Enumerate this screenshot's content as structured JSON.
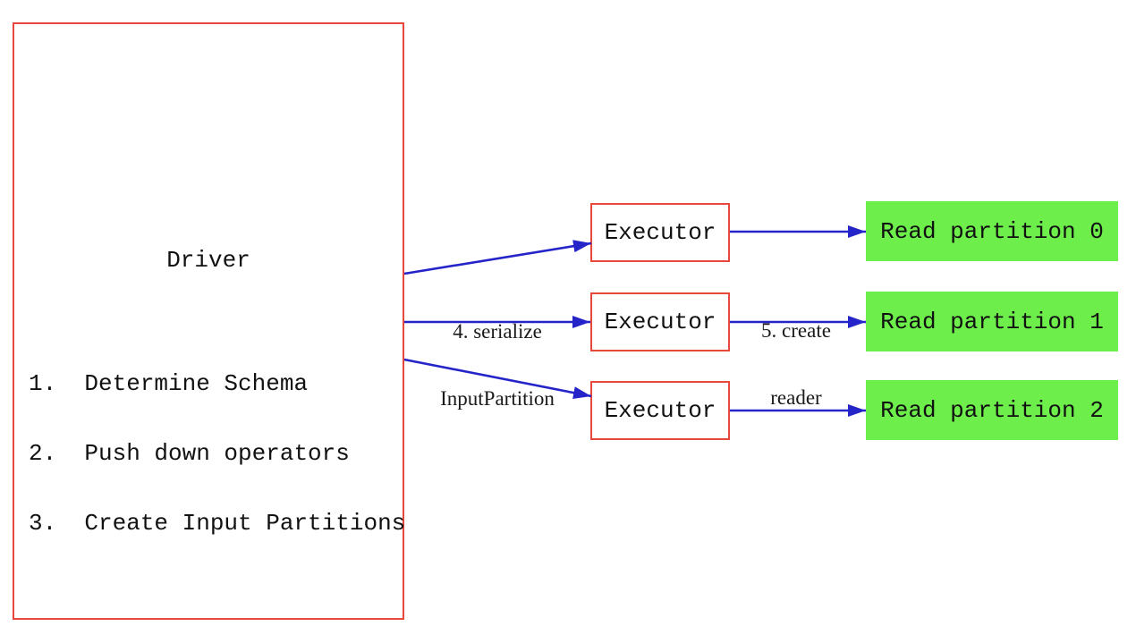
{
  "driver": {
    "title": "Driver",
    "steps": [
      "1.  Determine Schema",
      "2.  Push down operators",
      "3.  Create Input Partitions"
    ]
  },
  "executors": [
    {
      "label": "Executor"
    },
    {
      "label": "Executor"
    },
    {
      "label": "Executor"
    }
  ],
  "partitions": [
    {
      "label": "Read partition 0"
    },
    {
      "label": "Read partition 1"
    },
    {
      "label": "Read partition 2"
    }
  ],
  "edges": {
    "serialize": {
      "line1": "4. serialize",
      "line2": "InputPartition"
    },
    "create_reader": {
      "line1": "5. create",
      "line2": "reader"
    }
  },
  "colors": {
    "box_border": "#e8473b",
    "partition_fill": "#6dee4b",
    "arrow": "#2424c8",
    "text": "#111111",
    "background": "#ffffff"
  }
}
